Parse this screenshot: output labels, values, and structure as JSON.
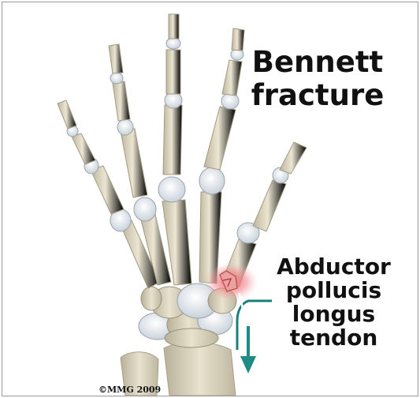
{
  "title_line1": "Bennett",
  "title_line2": "fracture",
  "tendon_label": {
    "line1": "Abductor",
    "line2": "pollucis",
    "line3": "longus",
    "line4": "tendon"
  },
  "copyright": "©MMG 2009",
  "colors": {
    "bone": "#e3dcc8",
    "bone_shade": "#b5ad96",
    "joint": "#e9eef3",
    "fracture": "#e8505a",
    "tendon_arrow": "#1f8a86",
    "leader_line": "#1a7f7b"
  }
}
